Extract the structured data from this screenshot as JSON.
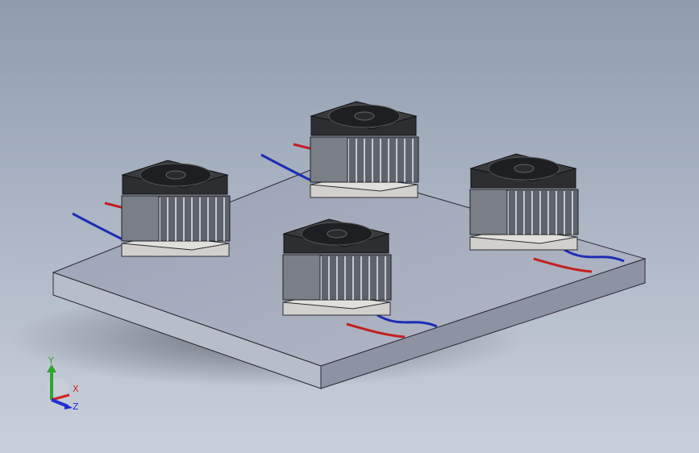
{
  "viewport": {
    "background_top": "#8f9cae",
    "background_bottom": "#c9d0db"
  },
  "model": {
    "plate_color": "#a7adbd",
    "plate_edge_color": "#2b2b33",
    "module_count": 4,
    "heatsink_color": "#5f646c",
    "fan_color": "#2d2e31",
    "pad_color": "#d2d0cc",
    "wire_positive_color": "#c41e1e",
    "wire_negative_color": "#1c2db4"
  },
  "triad": {
    "y_label": "Y",
    "x_label": "X",
    "z_label": "Z",
    "y_color": "#2fa52f",
    "x_color": "#d21f1f",
    "z_color": "#1f2fd2"
  }
}
